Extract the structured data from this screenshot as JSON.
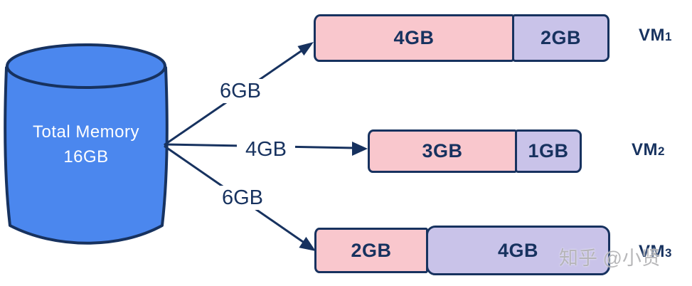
{
  "diagram": {
    "source": {
      "line1": "Total Memory",
      "line2": "16GB"
    },
    "allocations": [
      {
        "vm": "VM",
        "vm_index": "1",
        "arrow_label": "6GB",
        "segments": [
          {
            "label": "4GB",
            "color": "pink"
          },
          {
            "label": "2GB",
            "color": "purple"
          }
        ]
      },
      {
        "vm": "VM",
        "vm_index": "2",
        "arrow_label": "4GB",
        "segments": [
          {
            "label": "3GB",
            "color": "pink"
          },
          {
            "label": "1GB",
            "color": "purple"
          }
        ]
      },
      {
        "vm": "VM",
        "vm_index": "3",
        "arrow_label": "6GB",
        "segments": [
          {
            "label": "2GB",
            "color": "pink"
          },
          {
            "label": "4GB",
            "color": "purple"
          }
        ]
      }
    ],
    "watermark": "知乎 @小贤",
    "colors": {
      "cylinder_fill": "#4b87ee",
      "outline_navy": "#17325f",
      "segment_pink": "#f9c7cd",
      "segment_purple": "#c9c3e9",
      "source_text": "#ffffff",
      "watermark_gray": "#b4b4b6"
    }
  }
}
